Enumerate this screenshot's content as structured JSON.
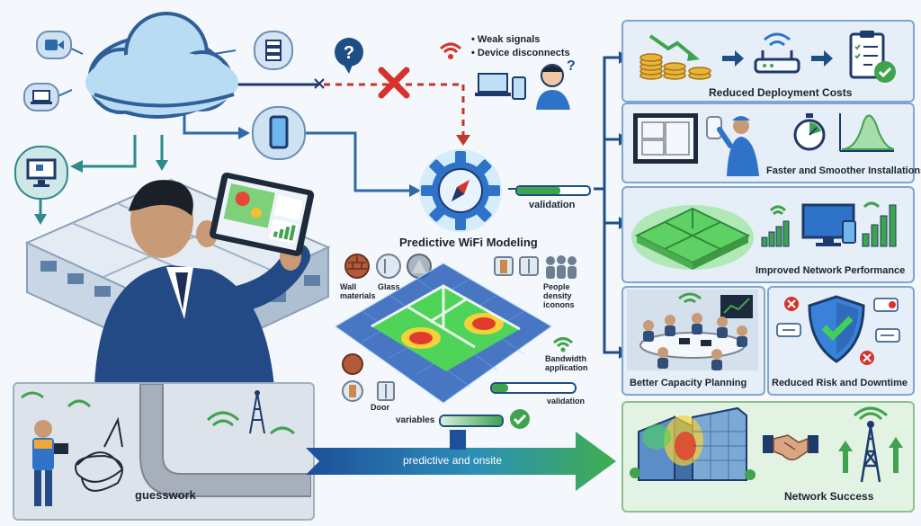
{
  "left": {
    "issues": [
      "Weak signals",
      "Device disconnects"
    ],
    "guesswork_label": "guesswork"
  },
  "center": {
    "title": "Predictive WiFi Modeling",
    "validation_top": "validation",
    "factors": {
      "wall_materials": "Wall materials",
      "glass": "Glass",
      "people_density": "People density iconons",
      "bandwidth": "Bandwidth application",
      "door": "Door",
      "validation": "validation",
      "variables": "variables"
    },
    "arrow_label": "predictive and onsite"
  },
  "benefits": {
    "reduced_costs": "Reduced Deployment Costs",
    "faster_install": "Faster and Smoother Installations",
    "network_performance": "Improved Network Performance",
    "capacity_planning": "Better Capacity Planning",
    "reduced_risk": "Reduced Risk and Downtime",
    "network_success": "Network Success"
  },
  "colors": {
    "accent_blue": "#2f73c9",
    "navy": "#1d3a6b",
    "green": "#3fa34d",
    "red": "#d7322c"
  }
}
